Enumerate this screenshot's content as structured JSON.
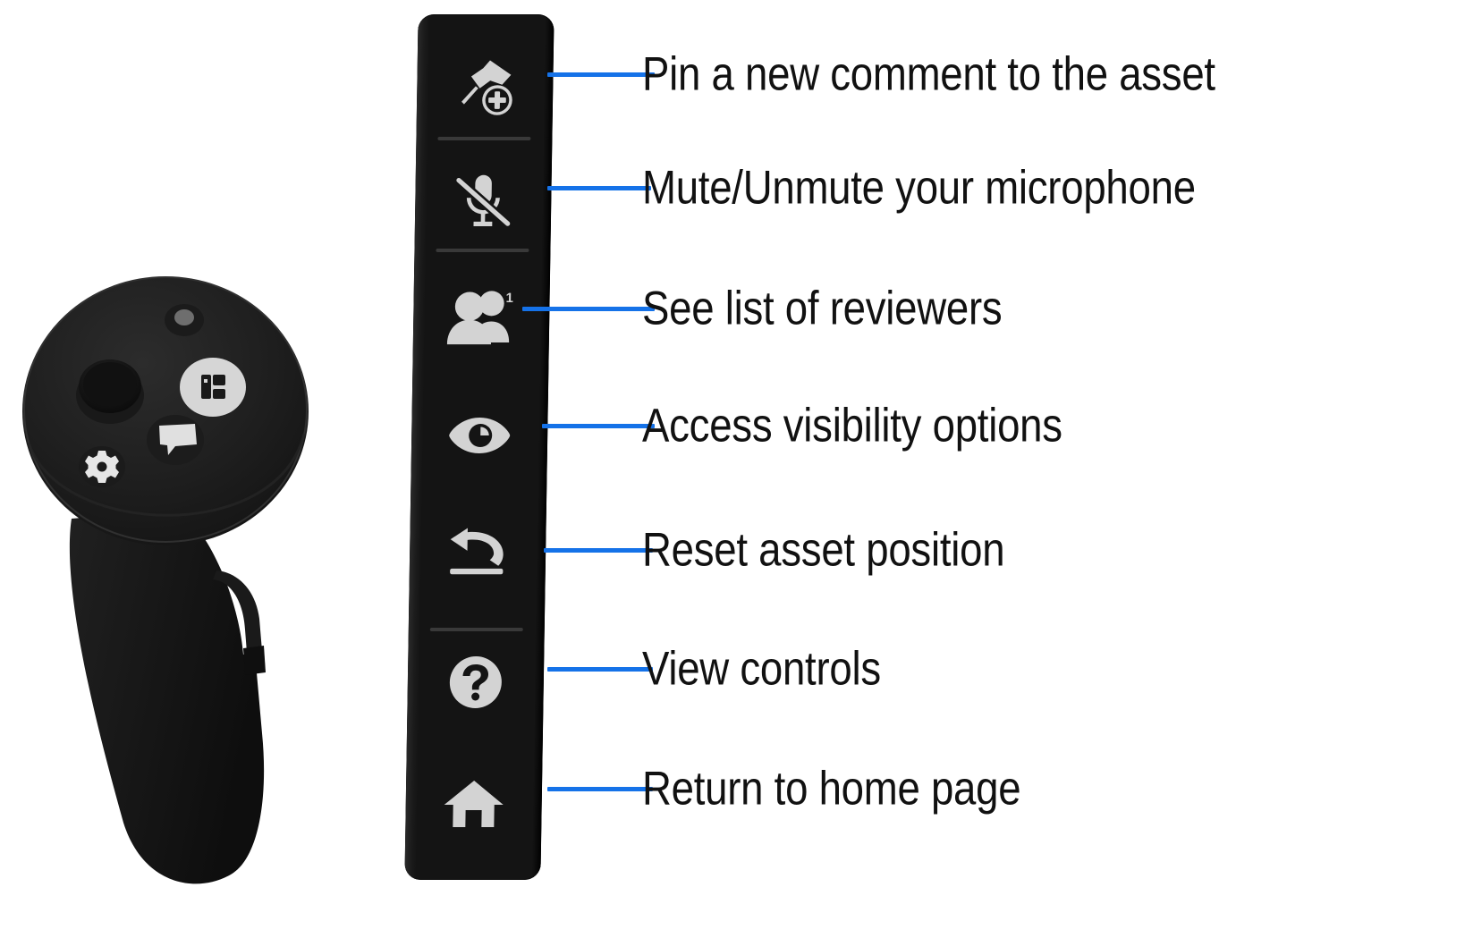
{
  "figure": {
    "title": "VR controller menu callouts",
    "background_color": "#ffffff",
    "accent_color": "#1572e8",
    "panel_color": "#141414",
    "icon_color": "#d3d3d3"
  },
  "controller": {
    "name": "vr-controller",
    "buttons": [
      {
        "name": "sensor-led",
        "label": ""
      },
      {
        "name": "thumbstick",
        "label": ""
      },
      {
        "name": "menu-button",
        "label": ""
      },
      {
        "name": "comment-button",
        "label": ""
      },
      {
        "name": "settings-gear-button",
        "label": ""
      },
      {
        "name": "trigger",
        "label": ""
      }
    ]
  },
  "menu": {
    "name": "vr-radial-menu-panel",
    "items": [
      {
        "icon": "pin-add-comment-icon",
        "label": "Pin a new comment to the asset",
        "line_length": 120,
        "badge": null,
        "separator_after": true
      },
      {
        "icon": "microphone-muted-icon",
        "label": "Mute/Unmute your microphone",
        "line_length": 116,
        "badge": null,
        "separator_after": true
      },
      {
        "icon": "reviewers-people-icon",
        "label": "See list of reviewers",
        "line_length": 148,
        "badge": "1",
        "separator_after": false
      },
      {
        "icon": "eye-visibility-icon",
        "label": "Access visibility options",
        "line_length": 126,
        "badge": null,
        "separator_after": false
      },
      {
        "icon": "reset-undo-arrow-icon",
        "label": "Reset asset position",
        "line_length": 122,
        "badge": null,
        "separator_after": true
      },
      {
        "icon": "question-mark-circle-icon",
        "label": "View controls",
        "line_length": 118,
        "badge": null,
        "separator_after": false
      },
      {
        "icon": "home-icon",
        "label": "Return to home page",
        "line_length": 118,
        "badge": null,
        "separator_after": false
      }
    ]
  }
}
